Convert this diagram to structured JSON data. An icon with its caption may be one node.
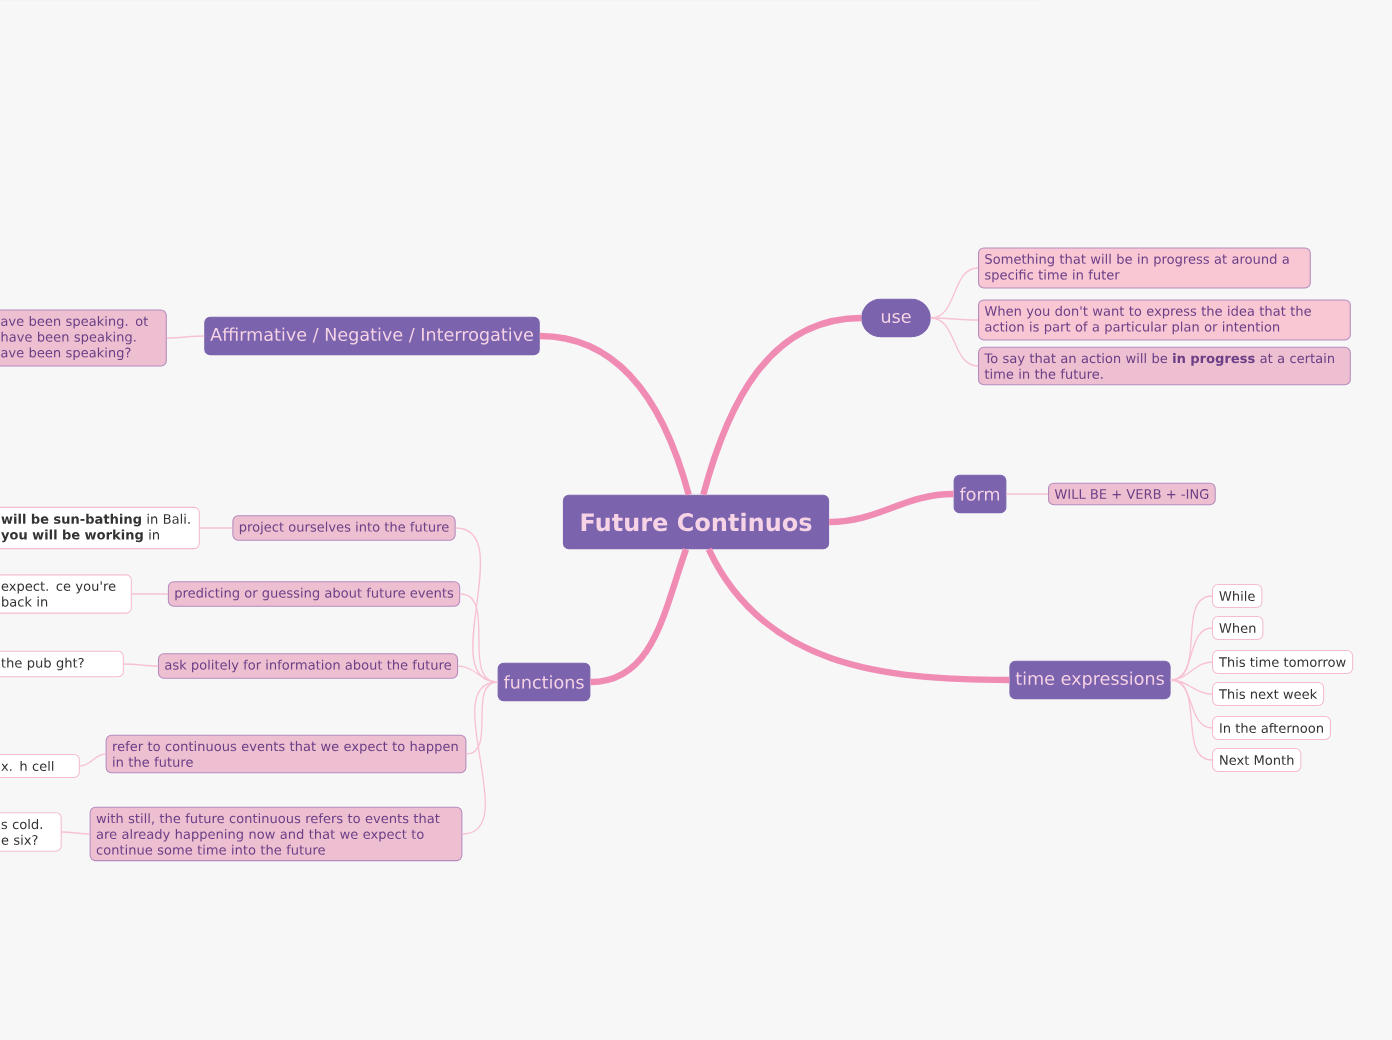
{
  "diagram": {
    "nodes": [
      {
        "text": [
          "Future Continuos"
        ]
      },
      {
        "text": [
          "Affirmative / Negative / Interrogative"
        ]
      },
      {
        "text": [
          "ave been speaking. ot have been speaking. ave been speaking?"
        ]
      },
      {
        "text": [
          "functions"
        ]
      },
      {
        "text": [
          "project ourselves into the future"
        ]
      },
      {
        "text": [
          "predicting or guessing about future events"
        ]
      },
      {
        "text": [
          "ask politely for information about the future"
        ]
      },
      {
        "text": [
          "refer to continuous events that we expect to happen in the future"
        ]
      },
      {
        "text": [
          "with still, the future continuous refers to events that are already happening now and that we expect to continue some time into the future"
        ]
      },
      {
        "text": [
          "**will be sun-bathing** in Bali. **you will be working** in"
        ]
      },
      {
        "text": [
          "expect. ce you're back in"
        ]
      },
      {
        "text": [
          "the pub ght?"
        ]
      },
      {
        "text": [
          "x. h cell"
        ]
      },
      {
        "text": [
          "s cold. e six?"
        ]
      },
      {
        "text": [
          "use"
        ]
      },
      {
        "text": [
          "Something that will be in progress at around a specific time in futer"
        ]
      },
      {
        "text": [
          "When you don't want to express the idea that the action is part of a particular plan or intention"
        ]
      },
      {
        "text": [
          "To say that an action will be **in progress** at a certain time in the future."
        ]
      },
      {
        "text": [
          "form"
        ]
      },
      {
        "text": [
          "WILL BE + VERB + -ING"
        ]
      },
      {
        "text": [
          "time expressions"
        ]
      },
      {
        "text": [
          "While"
        ]
      },
      {
        "text": [
          "When"
        ]
      },
      {
        "text": [
          "This time tomorrow"
        ]
      },
      {
        "text": [
          "This next week"
        ]
      },
      {
        "text": [
          "In the afternoon"
        ]
      },
      {
        "text": [
          "Next Month"
        ]
      }
    ],
    "edges": [
      {
        "from": 0,
        "to": 1,
        "arrow": "none",
        "style": "thick"
      },
      {
        "from": 1,
        "to": 2,
        "arrow": "none"
      },
      {
        "from": 0,
        "to": 3,
        "arrow": "none",
        "style": "thick"
      },
      {
        "from": 3,
        "to": 4,
        "arrow": "none"
      },
      {
        "from": 3,
        "to": 5,
        "arrow": "none"
      },
      {
        "from": 3,
        "to": 6,
        "arrow": "none"
      },
      {
        "from": 3,
        "to": 7,
        "arrow": "none"
      },
      {
        "from": 3,
        "to": 8,
        "arrow": "none"
      },
      {
        "from": 4,
        "to": 9,
        "arrow": "none"
      },
      {
        "from": 5,
        "to": 10,
        "arrow": "none"
      },
      {
        "from": 6,
        "to": 11,
        "arrow": "none"
      },
      {
        "from": 7,
        "to": 12,
        "arrow": "none"
      },
      {
        "from": 8,
        "to": 13,
        "arrow": "none"
      },
      {
        "from": 0,
        "to": 14,
        "arrow": "none",
        "style": "thick"
      },
      {
        "from": 14,
        "to": 15,
        "arrow": "none"
      },
      {
        "from": 14,
        "to": 16,
        "arrow": "none"
      },
      {
        "from": 14,
        "to": 17,
        "arrow": "none"
      },
      {
        "from": 0,
        "to": 18,
        "arrow": "none",
        "style": "thick"
      },
      {
        "from": 18,
        "to": 19,
        "arrow": "none"
      },
      {
        "from": 0,
        "to": 20,
        "arrow": "none",
        "style": "thick"
      },
      {
        "from": 20,
        "to": 21,
        "arrow": "none"
      },
      {
        "from": 20,
        "to": 22,
        "arrow": "none"
      },
      {
        "from": 20,
        "to": 23,
        "arrow": "none"
      },
      {
        "from": 20,
        "to": 24,
        "arrow": "none"
      },
      {
        "from": 20,
        "to": 25,
        "arrow": "none"
      },
      {
        "from": 20,
        "to": 26,
        "arrow": "none"
      }
    ]
  }
}
